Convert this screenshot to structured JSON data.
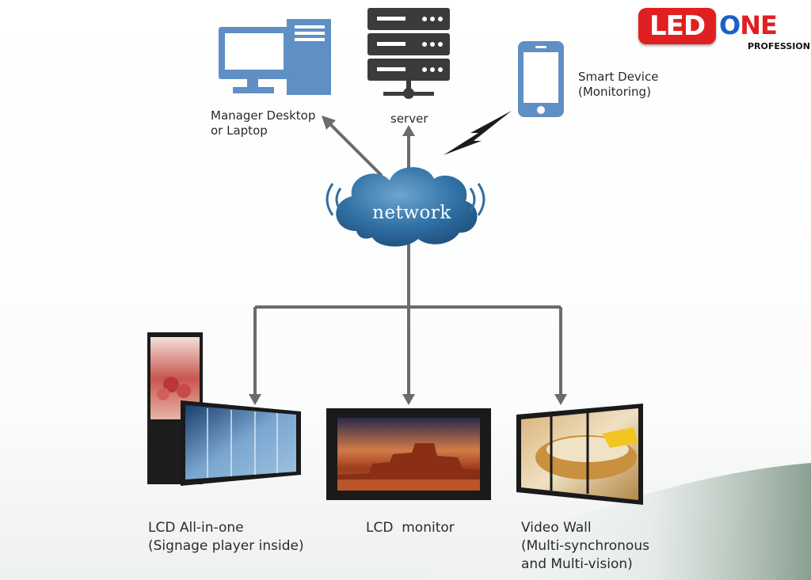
{
  "logo": {
    "part1": "LED",
    "part2a": "O",
    "part2b": "NE",
    "tagline": "PROFESSION"
  },
  "nodes": {
    "network": "network",
    "manager": "Manager Desktop\nor Laptop",
    "server": "server",
    "smart_device": "Smart Device\n(Monitoring)",
    "lcd_all_in_one": "LCD All-in-one\n(Signage player inside)",
    "lcd_monitor": "LCD  monitor",
    "video_wall": "Video Wall\n(Multi-synchronous\nand Multi-vision)"
  },
  "colors": {
    "arrow": "#6b6b6b",
    "cloud": "#2f6fa3",
    "device_blue": "#5f8fc4",
    "server_dark": "#3b3b3b"
  }
}
